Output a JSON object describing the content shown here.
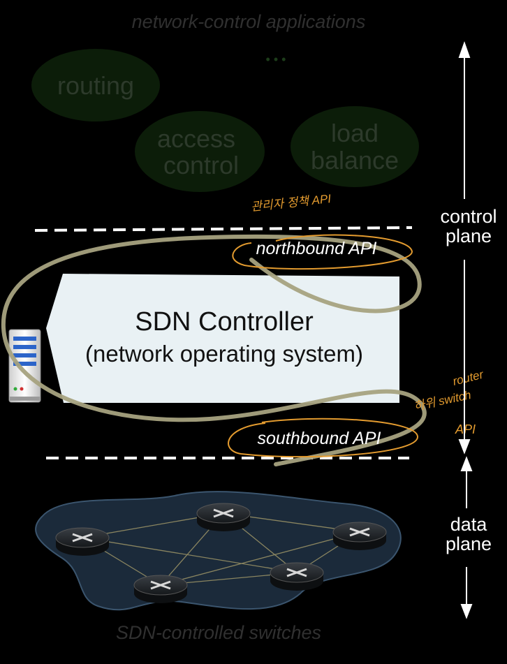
{
  "apps": {
    "title": "network-control applications",
    "ellipsis": "• • •",
    "routing": "routing",
    "access_line1": "access",
    "access_line2": "control",
    "load_line1": "load",
    "load_line2": "balance"
  },
  "apis": {
    "northbound": "northbound API",
    "southbound": "southbound API"
  },
  "controller": {
    "title": "SDN Controller",
    "subtitle": "(network operating system)"
  },
  "planes": {
    "control_line1": "control",
    "control_line2": "plane",
    "data_line1": "data",
    "data_line2": "plane"
  },
  "switches_caption": "SDN-controlled switches",
  "handwritten": {
    "note_top": "관리자 정책 API",
    "note_right_line1": "router",
    "note_right_line2": "하위 switch",
    "note_right_line3": "API"
  },
  "colors": {
    "background": "#000000",
    "dim_text": "#303030",
    "app_bubble": "#0c1d09",
    "controller_fill": "#e9f1f4",
    "annotation_orange": "#e39b2f",
    "scribble": "#a7a27f"
  }
}
